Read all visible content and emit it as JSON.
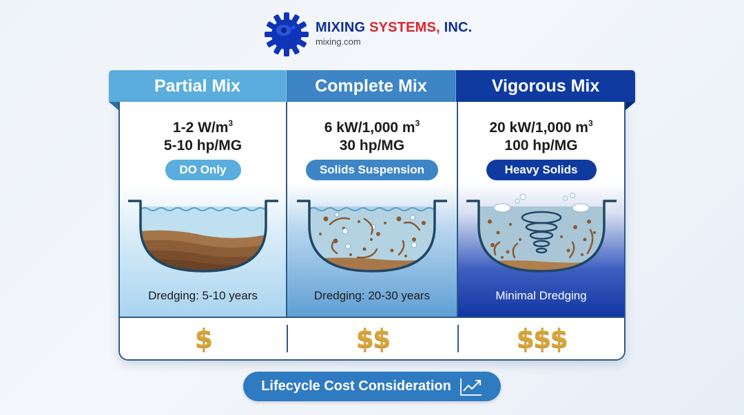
{
  "header": {
    "brand_part1": "MIXING",
    "brand_part2": "SYSTEMS,",
    "brand_part3": "INC.",
    "website": "mixing.com",
    "logo_icon": "gear-icon",
    "colors": {
      "brand_blue": "#10308f",
      "brand_red": "#d8262b"
    }
  },
  "columns": [
    {
      "title": "Partial Mix",
      "power_line1": "1-2 W/m",
      "power_line1_sup": "3",
      "power_line2": "5-10 hp/MG",
      "badge": "DO Only",
      "tank_illustration": "settled-sludge-layers",
      "dredging": "Dredging: 5-10 years",
      "cost": "$",
      "color": "#5aaddc"
    },
    {
      "title": "Complete Mix",
      "power_line1": "6 kW/1,000 m",
      "power_line1_sup": "3",
      "power_line2": "30 hp/MG",
      "badge": "Solids Suspension",
      "tank_illustration": "suspended-solids-swirl",
      "dredging": "Dredging: 20-30 years",
      "cost": "$$",
      "color": "#3e85c6"
    },
    {
      "title": "Vigorous Mix",
      "power_line1": "20 kW/1,000 m",
      "power_line1_sup": "3",
      "power_line2": "100 hp/MG",
      "badge": "Heavy Solids",
      "tank_illustration": "vortex-heavy-solids",
      "dredging": "Minimal Dredging",
      "cost": "$$$",
      "color": "#0f3aa0"
    }
  ],
  "footer": {
    "label": "Lifecycle Cost Consideration",
    "icon": "trending-up-chart-icon"
  }
}
